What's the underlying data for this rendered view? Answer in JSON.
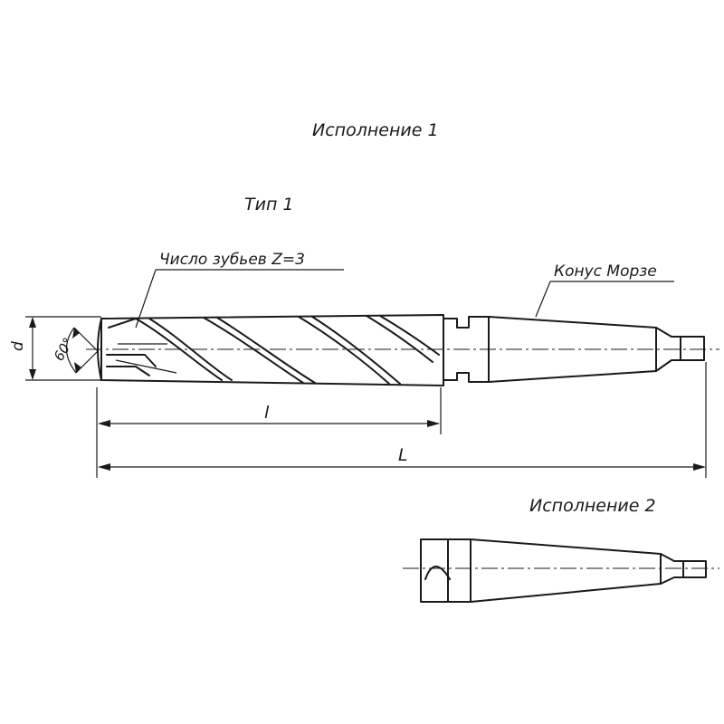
{
  "labels": {
    "title_variant1": "Исполнение 1",
    "title_type1": "Тип 1",
    "teeth_count": "Число зубьев Z=3",
    "morse_taper": "Конус Морзе",
    "dim_diameter": "d",
    "dim_angle": "60°",
    "dim_flute_length": "l",
    "dim_total_length": "L",
    "title_variant2": "Исполнение 2"
  },
  "colors": {
    "ink": "#1a1a1a",
    "paper": "#ffffff"
  }
}
